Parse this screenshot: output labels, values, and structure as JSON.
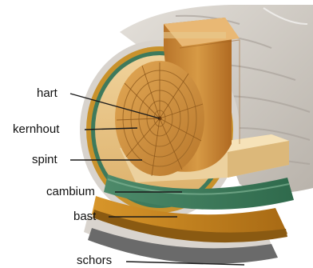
{
  "diagram": {
    "labels": {
      "hart": "hart",
      "kernhout": "kernhout",
      "spint": "spint",
      "cambium": "cambium",
      "bast": "bast",
      "schors": "schors"
    },
    "colors": {
      "bark_outer": "#d6d2cc",
      "bark_shade": "#b9b3ab",
      "bast_band": "#c98a1f",
      "bast_dark": "#8a5a12",
      "cambium_band": "#3e7a5c",
      "cambium_light": "#6aa07f",
      "sapwood": "#e8c48a",
      "heartwood": "#c8852f",
      "heartwood_dark": "#9a5c1b",
      "ring_line": "#a06a28",
      "schors_strip": "#555555"
    }
  }
}
